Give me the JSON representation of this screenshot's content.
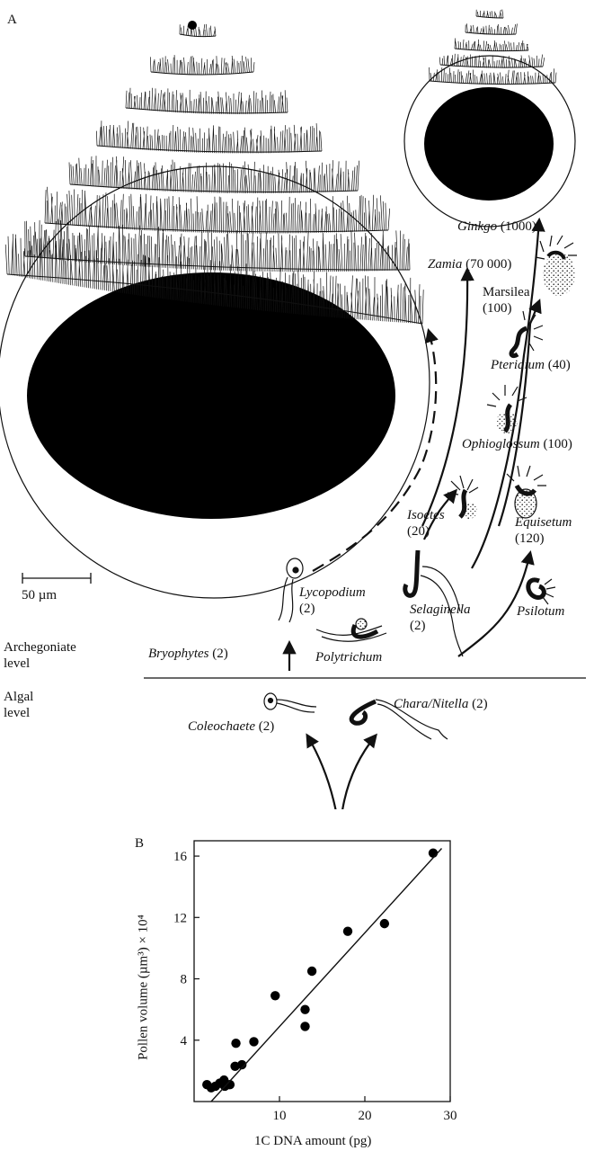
{
  "panel_a": {
    "label": "A",
    "scale_bar": "50 µm",
    "levels": {
      "archegoniate": [
        "Archegoniate",
        "level"
      ],
      "algal": [
        "Algal",
        "level"
      ]
    },
    "taxa": {
      "ginkgo": {
        "name": "Ginkgo",
        "value": "(1000)"
      },
      "zamia": {
        "name": "Zamia",
        "value": "(70 000)"
      },
      "marsilea": {
        "name": "Marsilea",
        "value": "(100)"
      },
      "pteridium": {
        "name": "Pteridium",
        "value": "(40)"
      },
      "ophioglossum": {
        "name": "Ophioglossum",
        "value": "(100)"
      },
      "isoetes": {
        "name": "Isoetes",
        "value": "(20)"
      },
      "equisetum": {
        "name": "Equisetum",
        "value": "(120)"
      },
      "lycopodium": {
        "name": "Lycopodium",
        "value": "(2)"
      },
      "selaginella": {
        "name": "Selaginella",
        "value": "(2)"
      },
      "psilotum": {
        "name": "Psilotum",
        "value": ""
      },
      "polytrichum": {
        "name": "Polytrichum",
        "value": ""
      },
      "bryophytes": {
        "name": "Bryophytes",
        "value": "(2)"
      },
      "coleochaete": {
        "name": "Coleochaete",
        "value": "(2)"
      },
      "chara": {
        "name": "Chara/Nitella",
        "value": "(2)"
      }
    }
  },
  "panel_b": {
    "label": "B",
    "chart_data": {
      "type": "scatter",
      "xlabel": "1C DNA amount (pg)",
      "ylabel": "Pollen volume (µm³) × 10⁴",
      "xlim": [
        0,
        30
      ],
      "ylim": [
        0,
        17
      ],
      "xticks": [
        10,
        20,
        30
      ],
      "yticks": [
        4,
        8,
        12,
        16
      ],
      "grid": false,
      "points": [
        {
          "x": 1.5,
          "y": 1.1
        },
        {
          "x": 2.0,
          "y": 0.9
        },
        {
          "x": 2.5,
          "y": 1.0
        },
        {
          "x": 3.0,
          "y": 1.2
        },
        {
          "x": 3.5,
          "y": 1.4
        },
        {
          "x": 3.6,
          "y": 1.0
        },
        {
          "x": 4.2,
          "y": 1.1
        },
        {
          "x": 4.8,
          "y": 2.3
        },
        {
          "x": 4.9,
          "y": 3.8
        },
        {
          "x": 5.6,
          "y": 2.4
        },
        {
          "x": 7.0,
          "y": 3.9
        },
        {
          "x": 9.5,
          "y": 6.9
        },
        {
          "x": 13.0,
          "y": 6.0
        },
        {
          "x": 13.0,
          "y": 4.9
        },
        {
          "x": 13.8,
          "y": 8.5
        },
        {
          "x": 18.0,
          "y": 11.1
        },
        {
          "x": 22.3,
          "y": 11.6
        },
        {
          "x": 28.0,
          "y": 16.2
        }
      ],
      "fit_line": [
        {
          "x": 2.0,
          "y": 0.0
        },
        {
          "x": 29.0,
          "y": 16.5
        }
      ]
    }
  }
}
